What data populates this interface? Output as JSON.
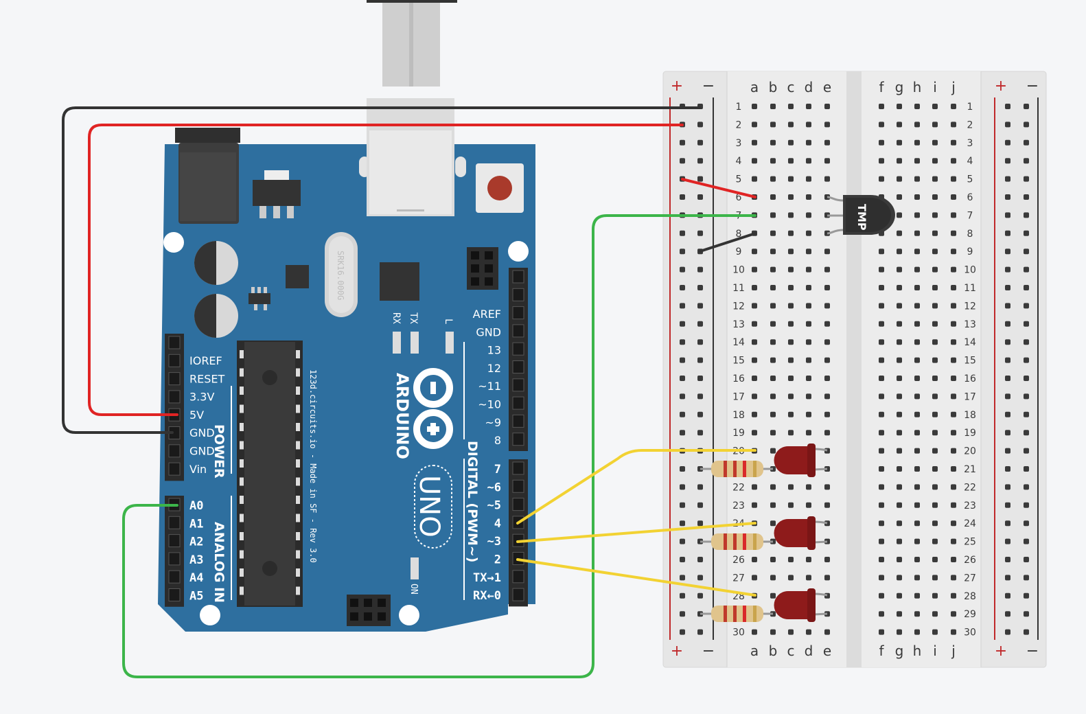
{
  "breadboard": {
    "columns_left": [
      "a",
      "b",
      "c",
      "d",
      "e"
    ],
    "columns_right": [
      "f",
      "g",
      "h",
      "i",
      "j"
    ],
    "rows": 30,
    "rail_plus": "+",
    "rail_minus": "−"
  },
  "arduino": {
    "brand": "ARDUINO",
    "model": "UNO",
    "credit": "123d.circuits.io - Made in SF - Rev 3.0",
    "crystal": "SRK16.000G",
    "led_labels": {
      "rx": "RX",
      "tx": "TX",
      "l": "L",
      "on": "ON"
    },
    "power_header_title": "POWER",
    "analog_header_title": "ANALOG IN",
    "digital_header_title": "DIGITAL (PWM~)",
    "power_pins": [
      "IOREF",
      "RESET",
      "3.3V",
      "5V",
      "GND",
      "GND",
      "Vin"
    ],
    "analog_pins": [
      "A0",
      "A1",
      "A2",
      "A3",
      "A4",
      "A5"
    ],
    "digital_top_pins": [
      "AREF",
      "GND",
      "13",
      "12",
      "~11",
      "~10",
      "~9",
      "8"
    ],
    "digital_bottom_pins": [
      "7",
      "~6",
      "~5",
      "4",
      "~3",
      "2",
      "TX→1",
      "RX←0"
    ]
  },
  "sensor": {
    "label": "TMP"
  },
  "colors": {
    "board": "#2e6f9f",
    "wire_black": "#333333",
    "wire_red": "#e02424",
    "wire_green": "#3cb54a",
    "wire_yellow": "#f2d233",
    "led": "#8e1b1b",
    "breadboard": "#e6e6e6"
  }
}
